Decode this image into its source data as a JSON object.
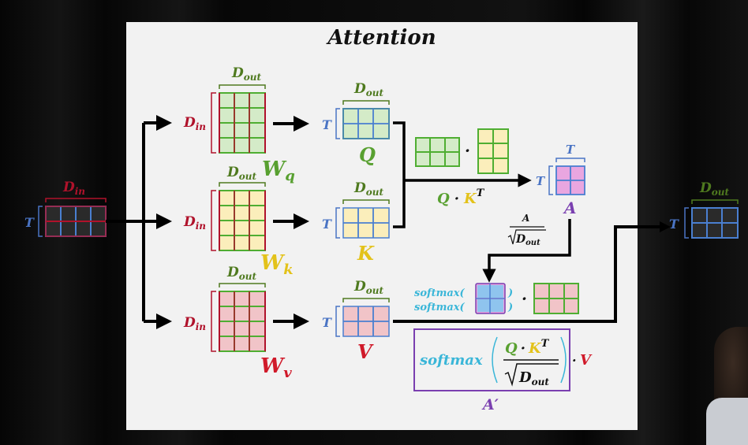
{
  "title": "Attention",
  "labels": {
    "d_in_main": "D",
    "d_in_sub": "in",
    "d_out_main": "D",
    "d_out_sub": "out",
    "t": "T",
    "wq_main": "W",
    "wq_sub": "q",
    "wk_main": "W",
    "wk_sub": "k",
    "wv_main": "W",
    "wv_sub": "v",
    "q": "Q",
    "k": "K",
    "v": "V",
    "a": "A",
    "qkt_q": "Q",
    "qkt_dot": "·",
    "qkt_k": "K",
    "qkt_sup": "T",
    "mult_dot": "·",
    "scale_num": "A",
    "scale_den_main": "D",
    "scale_den_sub": "out",
    "softmax1": "softmax(",
    "softmax2": "softmax(",
    "softmax_close": ")",
    "formula_softmax": "softmax",
    "formula_q": "Q",
    "formula_dot": "·",
    "formula_k": "K",
    "formula_sup": "T",
    "formula_den_main": "D",
    "formula_den_sub": "out",
    "formula_v": "V",
    "a_prime": "A′"
  },
  "colors": {
    "dim_red": "#b0122b",
    "dim_blue": "#4a74c4",
    "dim_green": "#4f7a1f",
    "q_green": "#58a030",
    "k_yellow": "#e3c21a",
    "v_red": "#d01a2a",
    "a_purple": "#7a3fb0",
    "softmax_cyan": "#3ab6d8",
    "cell_green": "#d4ebc8",
    "cell_yellow": "#fbeebb",
    "cell_red": "#f1c4c8",
    "cell_pink": "#e9a6e0",
    "cell_blue": "#8fc4ee",
    "grid_green": "#4fae32",
    "grid_blue": "#4a7fd0"
  }
}
